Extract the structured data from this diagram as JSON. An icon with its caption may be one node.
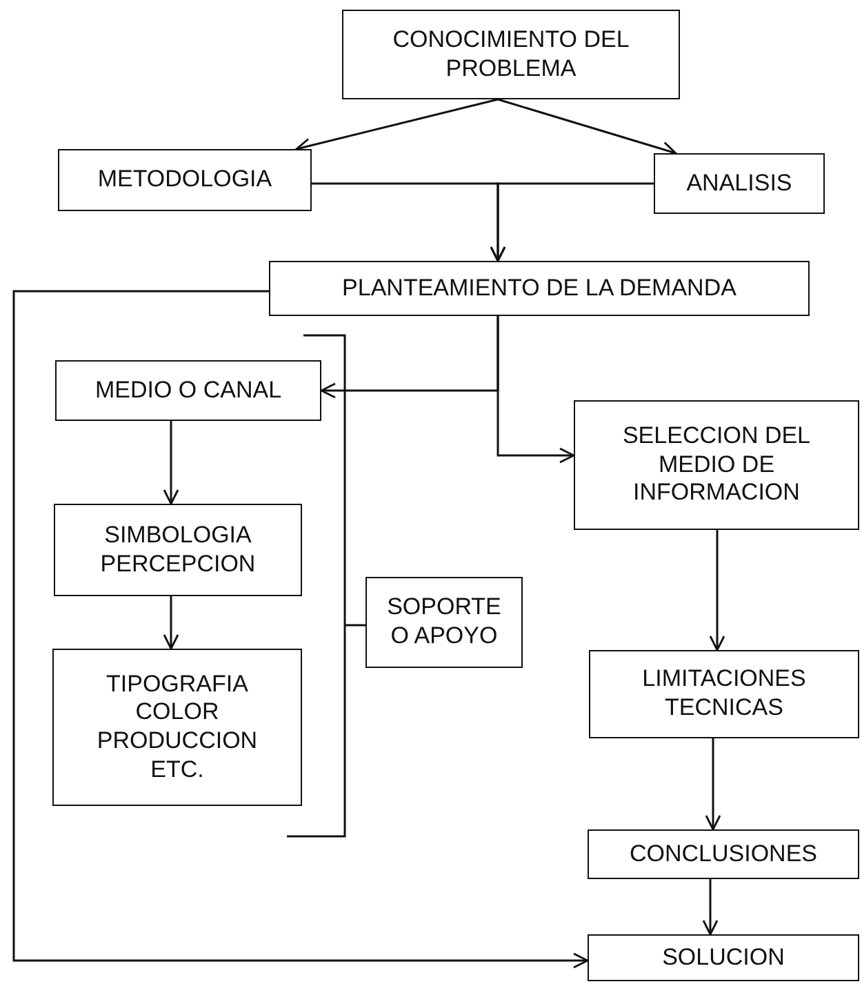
{
  "diagram": {
    "nodes": [
      {
        "text": [
          "CONOCIMIENTO DEL PROBLEMA"
        ]
      },
      {
        "text": [
          "METODOLOGIA"
        ]
      },
      {
        "text": [
          "ANALISIS"
        ]
      },
      {
        "text": [
          "PLANTEAMIENTO DE LA DEMANDA"
        ]
      },
      {
        "text": [
          "MEDIO O CANAL"
        ]
      },
      {
        "text": [
          "SIMBOLOGIA PERCEPCION"
        ]
      },
      {
        "text": [
          "SOPORTE O APOYO"
        ]
      },
      {
        "text": [
          "TIPOGRAFIA COLOR PRODUCCION ETC."
        ]
      },
      {
        "text": [
          "SELECCION DEL MEDIO DE INFORMACION"
        ]
      },
      {
        "text": [
          "LIMITACIONES TECNICAS"
        ]
      },
      {
        "text": [
          "CONCLUSIONES"
        ]
      },
      {
        "text": [
          "SOLUCION"
        ]
      }
    ],
    "edges": [
      {
        "from": 0,
        "to": 1,
        "arrow": "to"
      },
      {
        "from": 0,
        "to": 2,
        "arrow": "to"
      },
      {
        "from": 1,
        "to": 3,
        "arrow": "to"
      },
      {
        "from": 2,
        "to": 3,
        "arrow": "to"
      },
      {
        "from": 3,
        "to": 4,
        "arrow": "to"
      },
      {
        "from": 3,
        "to": 8,
        "arrow": "to"
      },
      {
        "from": 3,
        "to": 11,
        "arrow": "to"
      },
      {
        "from": 4,
        "to": 5,
        "arrow": "to"
      },
      {
        "from": 5,
        "to": 7,
        "arrow": "to"
      },
      {
        "from": 8,
        "to": 9,
        "arrow": "to"
      },
      {
        "from": 9,
        "to": 10,
        "arrow": "to"
      },
      {
        "from": 10,
        "to": 11,
        "arrow": "to"
      }
    ]
  }
}
